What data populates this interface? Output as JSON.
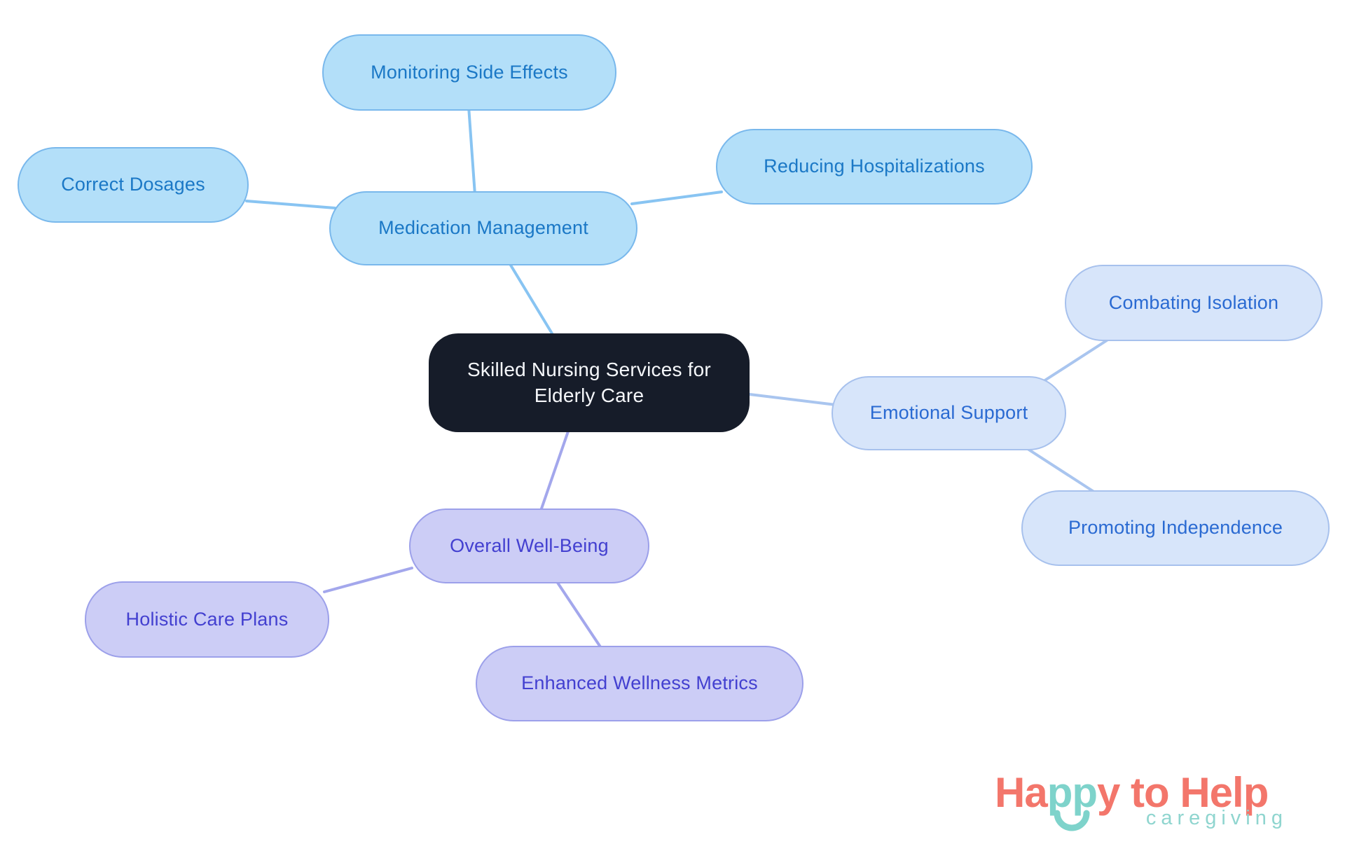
{
  "mindmap": {
    "root": {
      "label": "Skilled Nursing Services for Elderly Care",
      "fill": "#161c29",
      "text_color": "#f5f7fa"
    },
    "branches": [
      {
        "label": "Medication Management",
        "fill": "#b3dff9",
        "border": "#79b8ec",
        "text_color": "#1b78c6",
        "edge_color": "#88c4f2",
        "children": [
          {
            "label": "Monitoring Side Effects"
          },
          {
            "label": "Correct Dosages"
          },
          {
            "label": "Reducing Hospitalizations"
          }
        ]
      },
      {
        "label": "Emotional Support",
        "fill": "#d7e5fa",
        "border": "#a7c1ed",
        "text_color": "#2a6ad2",
        "edge_color": "#a9c5ef",
        "children": [
          {
            "label": "Combating Isolation"
          },
          {
            "label": "Promoting Independence"
          }
        ]
      },
      {
        "label": "Overall Well-Being",
        "fill": "#cccdf6",
        "border": "#9ca0ea",
        "text_color": "#4340d0",
        "edge_color": "#a3a7ec",
        "children": [
          {
            "label": "Holistic Care Plans"
          },
          {
            "label": "Enhanced Wellness Metrics"
          }
        ]
      }
    ]
  },
  "logo": {
    "part1": "Ha",
    "part2": "pp",
    "part3": "y to Help",
    "subtitle": "caregiving",
    "coral": "#f3766b",
    "teal": "#7ed3cb",
    "subtitle_color": "#8fd5cf"
  }
}
